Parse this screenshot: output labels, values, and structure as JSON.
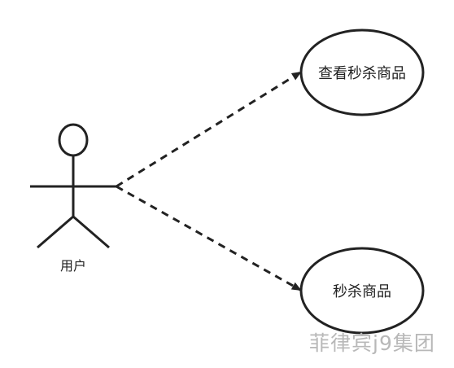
{
  "actor": {
    "label": "用户"
  },
  "use_cases": [
    {
      "label": "查看秒杀商品"
    },
    {
      "label": "秒杀商品"
    }
  ],
  "watermark": "菲律宾j9集团",
  "colors": {
    "stroke": "#222222",
    "text": "#222222",
    "watermark": "#b8b8b8"
  }
}
